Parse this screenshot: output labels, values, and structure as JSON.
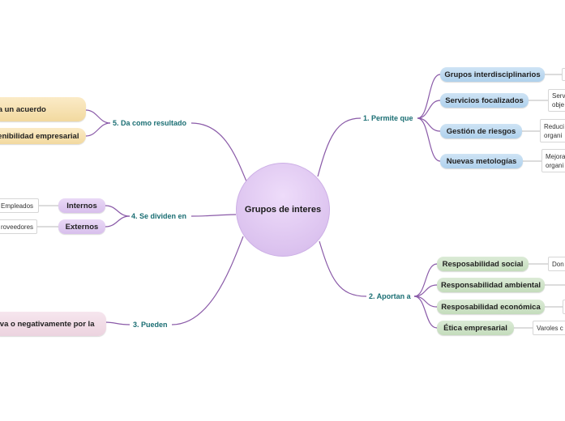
{
  "central": "Grupos de interes",
  "branches": {
    "permite": {
      "label": "1. Permite que",
      "items": [
        {
          "label": "Grupos interdisciplinarios",
          "detail": ""
        },
        {
          "label": "Servicios focalizados",
          "detail_lines": [
            "Serv",
            "obje"
          ]
        },
        {
          "label": "Gestión de riesgos",
          "detail_lines": [
            "Reduci",
            "organi"
          ]
        },
        {
          "label": "Nuevas metologías",
          "detail_lines": [
            "Mejora",
            "organi"
          ]
        }
      ]
    },
    "aportan": {
      "label": "2. Aportan a",
      "items": [
        {
          "label": "Resposabilidad social",
          "detail": "Don"
        },
        {
          "label": "Responsabilidad ambiental",
          "detail": ""
        },
        {
          "label": "Resposabilidad económica",
          "detail": ""
        },
        {
          "label": "Ética empresarial",
          "detail": "Varoles c"
        }
      ]
    },
    "pueden": {
      "label": "3. Pueden",
      "items": [
        {
          "label": "tiva o negativamente por la"
        }
      ]
    },
    "dividen": {
      "label": "4. Se dividen en",
      "items": [
        {
          "label": "Internos",
          "detail": "Empleados"
        },
        {
          "label": "Externos",
          "detail": "roveedores"
        }
      ]
    },
    "resultado": {
      "label": "5. Da como resultado",
      "items": [
        {
          "label": "ra un acuerdo"
        },
        {
          "label": "tenibilidad empresarial"
        }
      ]
    }
  },
  "colors": {
    "connector": "#8a5aa8",
    "leaf_connector": "#b9b9b9",
    "label_text": "#1a6e73",
    "central_fill": "#dcc3ef"
  }
}
